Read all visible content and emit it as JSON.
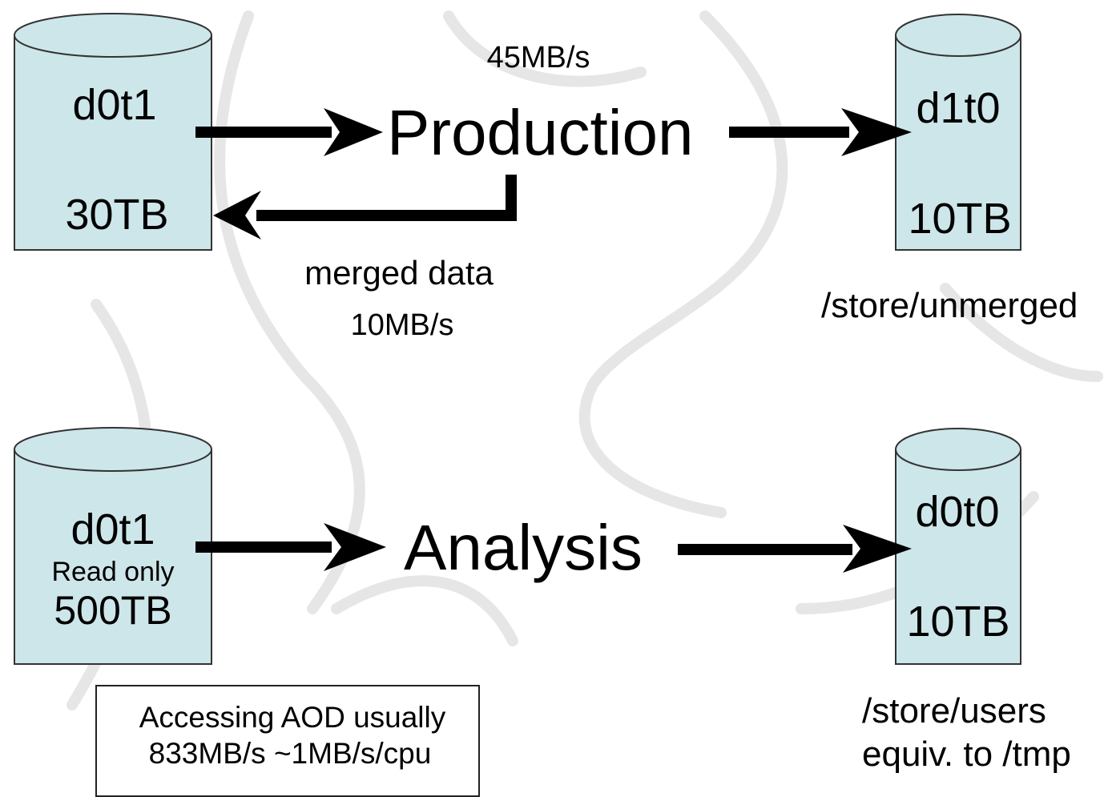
{
  "production": {
    "source_disk": {
      "name": "d0t1",
      "size": "30TB"
    },
    "label": "Production",
    "in_rate": "45MB/s",
    "return_label": "merged data",
    "return_rate": "10MB/s",
    "target_disk": {
      "name": "d1t0",
      "size": "10TB",
      "path": "/store/unmerged"
    }
  },
  "analysis": {
    "source_disk": {
      "name": "d0t1",
      "note": "Read only",
      "size": "500TB"
    },
    "label": "Analysis",
    "target_disk": {
      "name": "d0t0",
      "size": "10TB",
      "path": "/store/users",
      "path_note": "equiv. to /tmp"
    },
    "access_note": {
      "line1": "Accessing AOD usually",
      "line2": "833MB/s ~1MB/s/cpu"
    }
  },
  "colors": {
    "disk_fill": "#cde6ea",
    "disk_stroke": "#333333",
    "arrow": "#000000",
    "watermark": "#e8e8e8"
  }
}
